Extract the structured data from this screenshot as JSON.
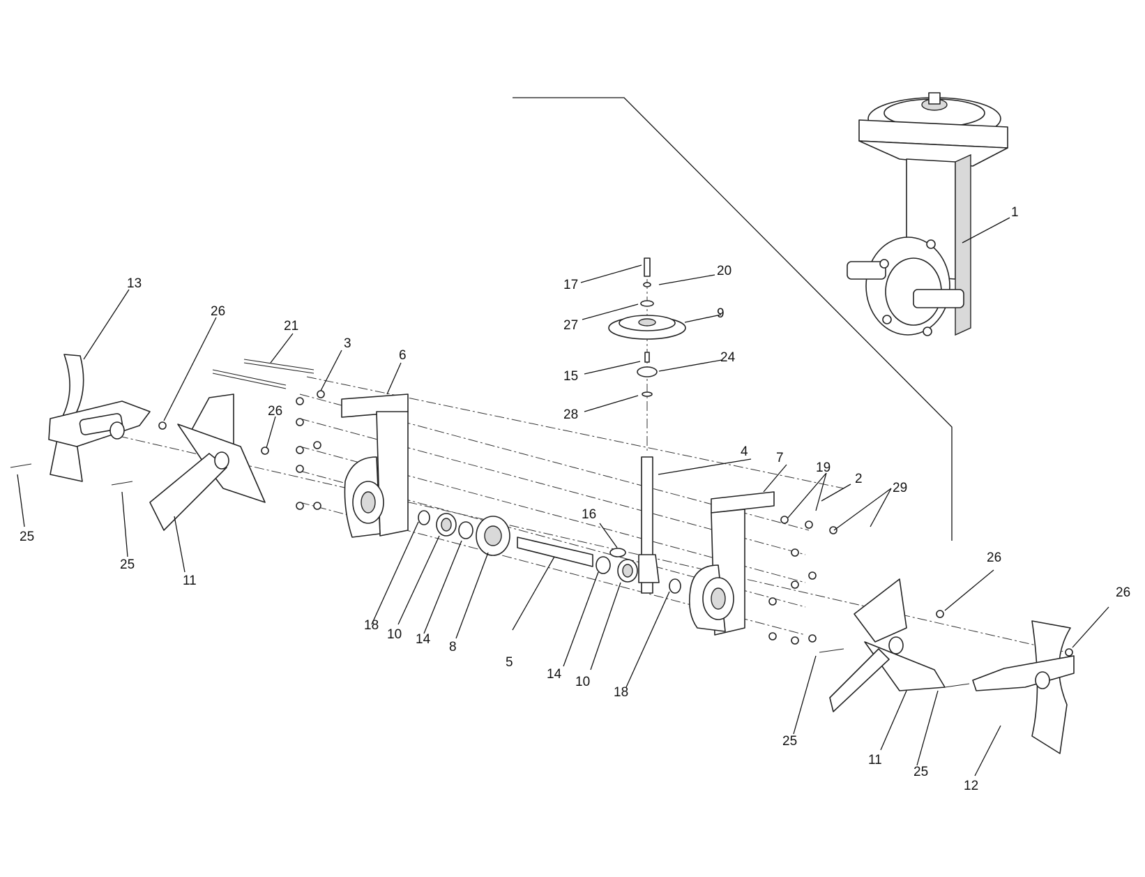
{
  "callouts": {
    "c1": "1",
    "c2": "2",
    "c3": "3",
    "c4": "4",
    "c5": "5",
    "c6": "6",
    "c7": "7",
    "c8": "8",
    "c9": "9",
    "c10a": "10",
    "c10b": "10",
    "c11a": "11",
    "c11b": "11",
    "c12": "12",
    "c13": "13",
    "c14a": "14",
    "c14b": "14",
    "c15": "15",
    "c16": "16",
    "c17": "17",
    "c18a": "18",
    "c18b": "18",
    "c19": "19",
    "c20": "20",
    "c21": "21",
    "c24": "24",
    "c25a": "25",
    "c25b": "25",
    "c25c": "25",
    "c25d": "25",
    "c26a": "26",
    "c26b": "26",
    "c26c": "26",
    "c26d": "26",
    "c27": "27",
    "c28": "28",
    "c29": "29"
  }
}
